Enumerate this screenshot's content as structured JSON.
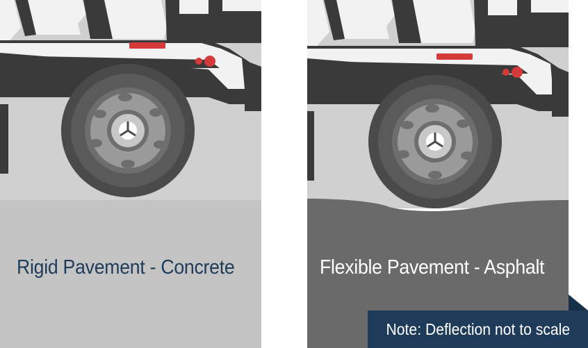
{
  "panels": {
    "rigid": {
      "label": "Rigid Pavement - Concrete"
    },
    "flexible": {
      "label": "Flexible Pavement - Asphalt"
    }
  },
  "note": {
    "text": "Note: Deflection not to scale"
  },
  "colors": {
    "background": "#ffffff",
    "sky_gray": "#d0d0d0",
    "concrete": "#c4c4c4",
    "asphalt": "#6a6a6a",
    "truck_dark": "#3a3a3a",
    "truck_light": "#f2f2f2",
    "tire": "#4a4a4a",
    "rim": "#9a9a9a",
    "hub": "#c8c8c8",
    "tail_light": "#d43a3a",
    "rigid_text": "#1f3b5a",
    "flexible_text": "#ffffff",
    "note_bg": "#1f3b5a",
    "note_fold": "#17304a",
    "note_text": "#ffffff"
  },
  "icons": [
    "truck-illustration",
    "wheel-icon",
    "hub-icon",
    "tail-light-icon"
  ]
}
